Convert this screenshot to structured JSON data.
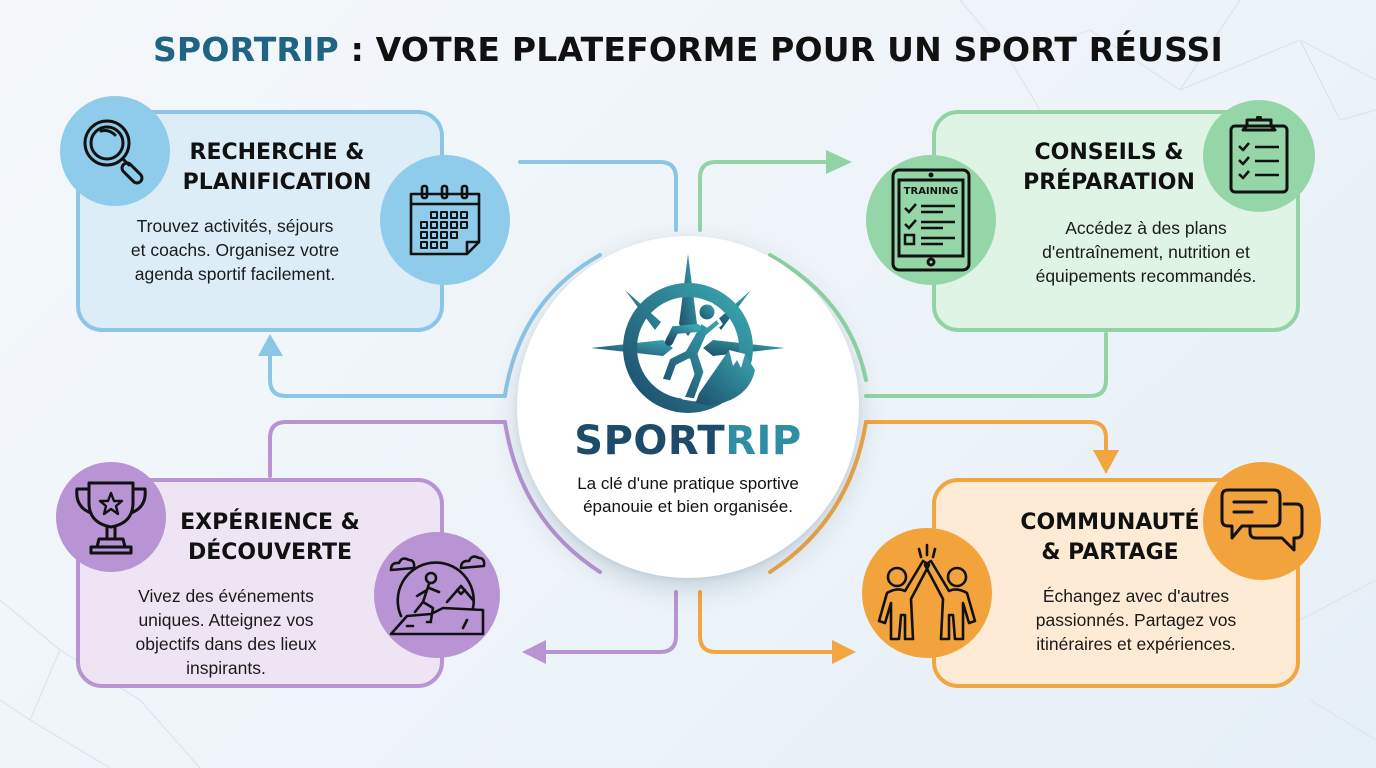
{
  "title": {
    "brand": "SPORTRIP",
    "rest": " : VOTRE PLATEFORME POUR UN SPORT RÉUSSI"
  },
  "hub": {
    "brand_part1": "SPORT",
    "brand_part2": "RIP",
    "tagline_line1": "La clé d'une pratique sportive",
    "tagline_line2": "épanouie et bien organisée.",
    "logo_icon": "compass-runner-mountain-logo"
  },
  "cards": [
    {
      "id": "recherche",
      "title_line1": "RECHERCHE &",
      "title_line2": "PLANIFICATION",
      "text_line1": "Trouvez activités, séjours",
      "text_line2": "et coachs. Organisez votre",
      "text_line3": "agenda sportif facilement.",
      "icons": [
        "magnifier-icon",
        "calendar-icon"
      ],
      "color": "#8cc6e6"
    },
    {
      "id": "conseils",
      "title_line1": "CONSEILS &",
      "title_line2": "PRÉPARATION",
      "text_line1": "Accédez à des plans",
      "text_line2": "d'entraînement, nutrition et",
      "text_line3": "équipements recommandés.",
      "icons": [
        "training-tablet-icon",
        "clipboard-checklist-icon"
      ],
      "icon_label": "TRAINING",
      "color": "#91d3a5"
    },
    {
      "id": "experience",
      "title_line1": "EXPÉRIENCE &",
      "title_line2": "DÉCOUVERTE",
      "text_line1": "Vivez des événements",
      "text_line2": "uniques. Atteignez vos",
      "text_line3": "objectifs dans des lieux",
      "text_line4": "inspirants.",
      "icons": [
        "trophy-icon",
        "hiker-landscape-icon"
      ],
      "color": "#b894d2"
    },
    {
      "id": "communaute",
      "title_line1": "COMMUNAUTÉ",
      "title_line2": "& PARTAGE",
      "text_line1": "Échangez avec d'autres",
      "text_line2": "passionnés. Partagez vos",
      "text_line3": "itinéraires et expériences.",
      "icons": [
        "high-five-icon",
        "chat-bubbles-icon"
      ],
      "color": "#f2a642"
    }
  ],
  "colors": {
    "brand_dark": "#1d4c6b",
    "brand_teal": "#2f8ea3",
    "blue": "#8cc6e6",
    "green": "#91d3a5",
    "purple": "#b894d2",
    "orange": "#f2a642"
  }
}
